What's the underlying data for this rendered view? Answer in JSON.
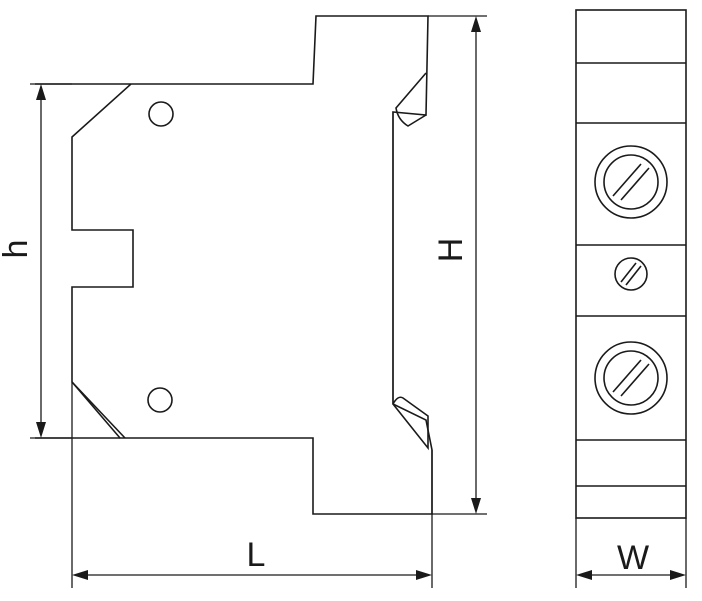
{
  "diagram": {
    "dimension_labels": {
      "height_inner": "h",
      "height_overall": "H",
      "length": "L",
      "width": "W"
    },
    "line_color": "#1a1a1a",
    "background_color": "#ffffff"
  }
}
